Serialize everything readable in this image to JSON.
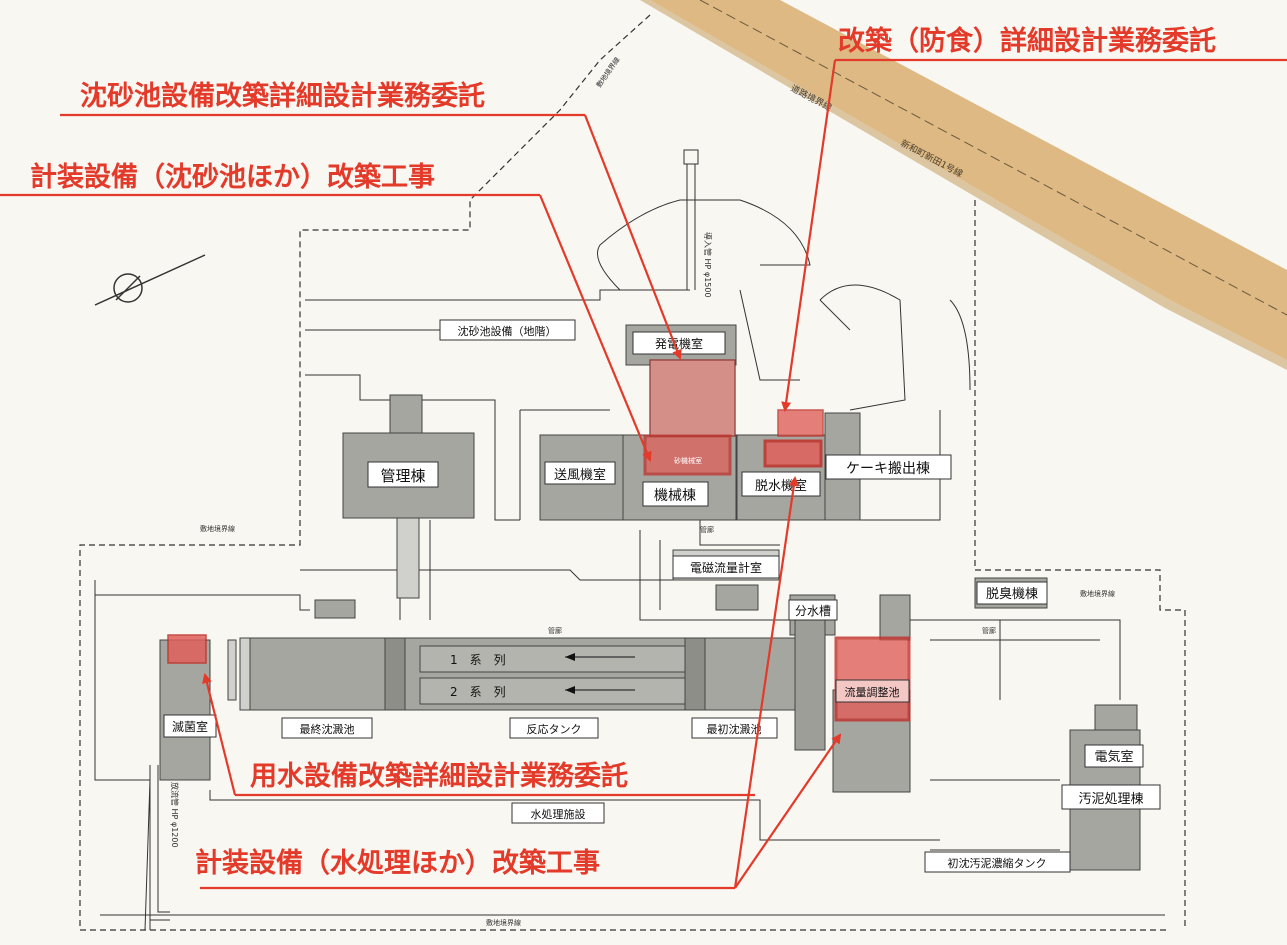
{
  "colors": {
    "background": "#f8f7f2",
    "building": "#a6a6a1",
    "building_dark": "#8e8e89",
    "highlight": "#e0605a",
    "callout": "#e33a2a",
    "road": "#dcb57c",
    "line": "#3a3a3a"
  },
  "callouts": [
    {
      "id": "c1",
      "text": "改築（防食）詳細設計業務委託"
    },
    {
      "id": "c2",
      "text": "沈砂池設備改築詳細設計業務委託"
    },
    {
      "id": "c3",
      "text": "計装設備（沈砂池ほか）改築工事"
    },
    {
      "id": "c4",
      "text": "用水設備改築詳細設計業務委託"
    },
    {
      "id": "c5",
      "text": "計装設備（水処理ほか）改築工事"
    }
  ],
  "buildings": {
    "kanri": "管理棟",
    "souhu": "送風機室",
    "kikai": "機械棟",
    "dassui": "脱水機室",
    "cake": "ケーキ搬出棟",
    "hatsuden": "発電機室",
    "densoku": "電磁流量計室",
    "bunsui": "分水槽",
    "dasshu": "脱臭機棟",
    "denki": "電気室",
    "odei": "汚泥処理棟",
    "mekkin": "滅菌室",
    "ryouryou": "流量調整池",
    "yobi": "砂機械室"
  },
  "labels": {
    "chinsa": "沈砂池設備（地階）",
    "saishu": "最終沈澱池",
    "hannou": "反応タンク",
    "saisho": "最初沈澱池",
    "mizushori": "水処理施設",
    "shochin": "初沈汚泥濃縮タンク",
    "series1": "1　系　列",
    "series2": "2　系　列",
    "road_label": "新和町新田1号線",
    "road_label2": "道路境界線",
    "boundary": "敷地境界線",
    "donyukan": "導入管 HP φ1500",
    "houryukan": "放流管 HP φ1200",
    "kanro": "管廊"
  }
}
